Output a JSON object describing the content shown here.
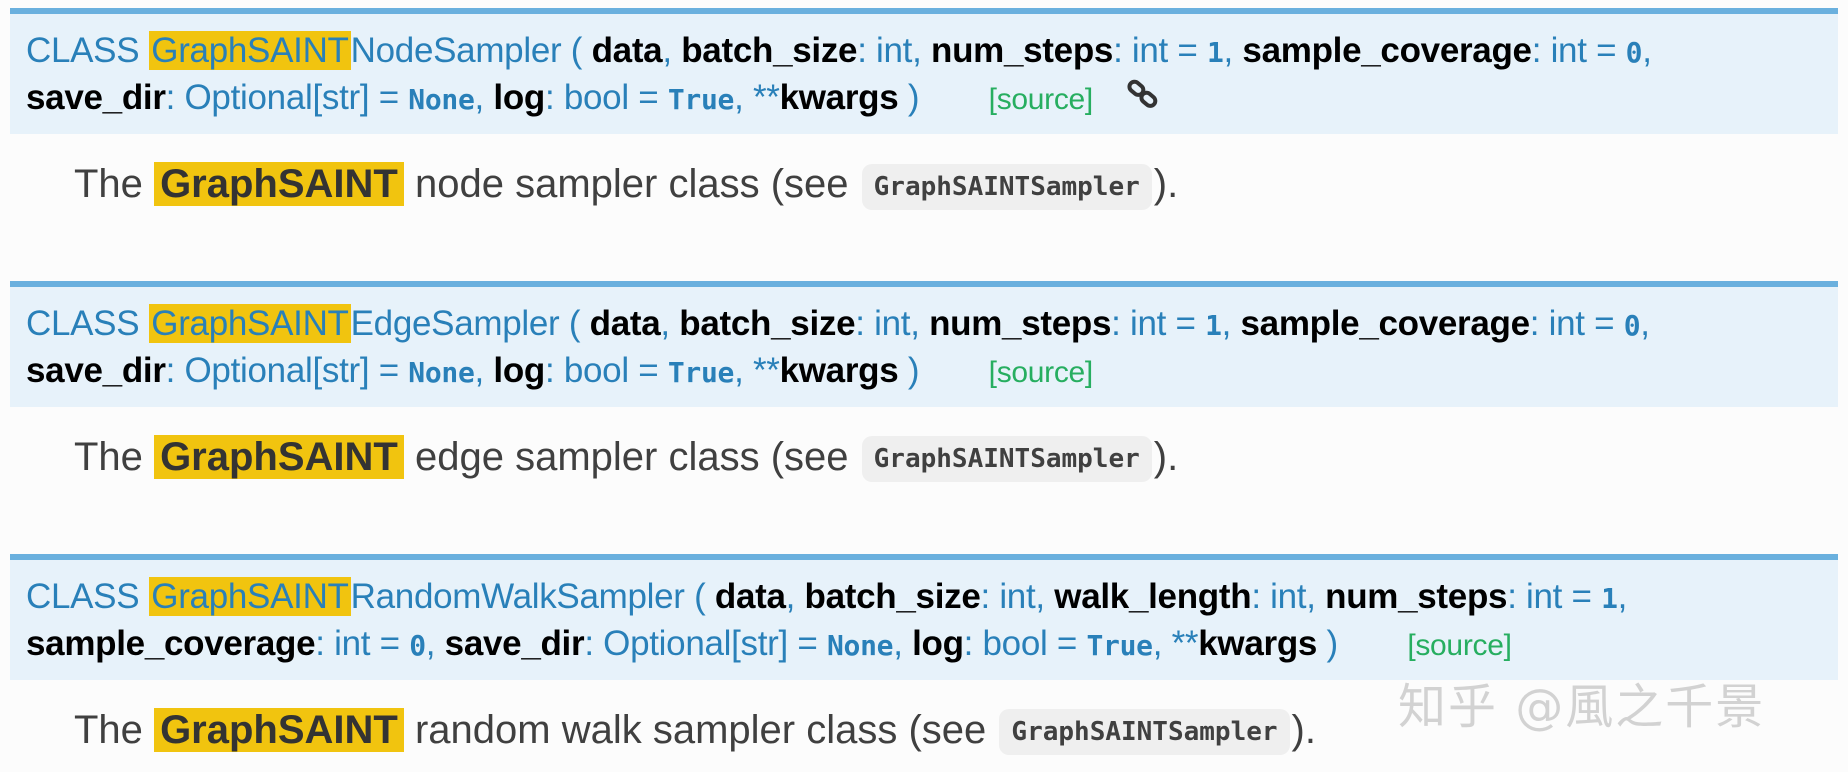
{
  "blocks": [
    {
      "keyword": "CLASS",
      "highlight": "GraphSAINT",
      "class_suffix": "NodeSampler",
      "open_paren": "(",
      "close_paren": ")",
      "line1": [
        {
          "name": "data",
          "sep": ","
        },
        {
          "name": "batch_size",
          "type": ": int",
          "sep": ","
        },
        {
          "name": "num_steps",
          "type": ": int",
          "eq": " = ",
          "default": "1",
          "sep": ","
        },
        {
          "name": "sample_coverage",
          "type": ": int",
          "eq": " = ",
          "default": "0",
          "sep": ","
        }
      ],
      "line2": [
        {
          "name": "save_dir",
          "type": ": Optional[str]",
          "eq": " = ",
          "default": "None",
          "sep": ","
        },
        {
          "name": "log",
          "type": ": bool",
          "eq": " = ",
          "default": "True",
          "sep": ","
        },
        {
          "stars": "**",
          "name": "kwargs"
        }
      ],
      "source": "[source]",
      "desc_before": "The",
      "desc_highlight": "GraphSAINT",
      "desc_after": "node sampler class (see",
      "desc_code": "GraphSAINTSampler",
      "desc_end": ")."
    },
    {
      "keyword": "CLASS",
      "highlight": "GraphSAINT",
      "class_suffix": "EdgeSampler",
      "open_paren": "(",
      "close_paren": ")",
      "line1": [
        {
          "name": "data",
          "sep": ","
        },
        {
          "name": "batch_size",
          "type": ": int",
          "sep": ","
        },
        {
          "name": "num_steps",
          "type": ": int",
          "eq": " = ",
          "default": "1",
          "sep": ","
        },
        {
          "name": "sample_coverage",
          "type": ": int",
          "eq": " = ",
          "default": "0",
          "sep": ","
        }
      ],
      "line2": [
        {
          "name": "save_dir",
          "type": ": Optional[str]",
          "eq": " = ",
          "default": "None",
          "sep": ","
        },
        {
          "name": "log",
          "type": ": bool",
          "eq": " = ",
          "default": "True",
          "sep": ","
        },
        {
          "stars": "**",
          "name": "kwargs"
        }
      ],
      "source": "[source]",
      "desc_before": "The",
      "desc_highlight": "GraphSAINT",
      "desc_after": "edge sampler class (see",
      "desc_code": "GraphSAINTSampler",
      "desc_end": ")."
    },
    {
      "keyword": "CLASS",
      "highlight": "GraphSAINT",
      "class_suffix": "RandomWalkSampler",
      "open_paren": "(",
      "close_paren": ")",
      "line1": [
        {
          "name": "data",
          "sep": ","
        },
        {
          "name": "batch_size",
          "type": ": int",
          "sep": ","
        },
        {
          "name": "walk_length",
          "type": ": int",
          "sep": ","
        },
        {
          "name": "num_steps",
          "type": ": int",
          "eq": " = ",
          "default": "1",
          "sep": ","
        }
      ],
      "line2": [
        {
          "name": "sample_coverage",
          "type": ": int",
          "eq": " = ",
          "default": "0",
          "sep": ","
        },
        {
          "name": "save_dir",
          "type": ": Optional[str]",
          "eq": " = ",
          "default": "None",
          "sep": ","
        },
        {
          "name": "log",
          "type": ": bool",
          "eq": " = ",
          "default": "True",
          "sep": ","
        },
        {
          "stars": "**",
          "name": "kwargs"
        }
      ],
      "source": "[source]",
      "desc_before": "The",
      "desc_highlight": "GraphSAINT",
      "desc_after": "random walk sampler class (see",
      "desc_code": "GraphSAINTSampler",
      "desc_end": ")."
    }
  ],
  "watermark": "知乎 @風之千景",
  "icons": {
    "permalink": "link-icon"
  },
  "colors": {
    "signature_bg": "#e7f2fa",
    "signature_border": "#6ab0de",
    "class_name": "#2980b9",
    "highlight": "#f1c40f",
    "source_link": "#27ae60"
  }
}
